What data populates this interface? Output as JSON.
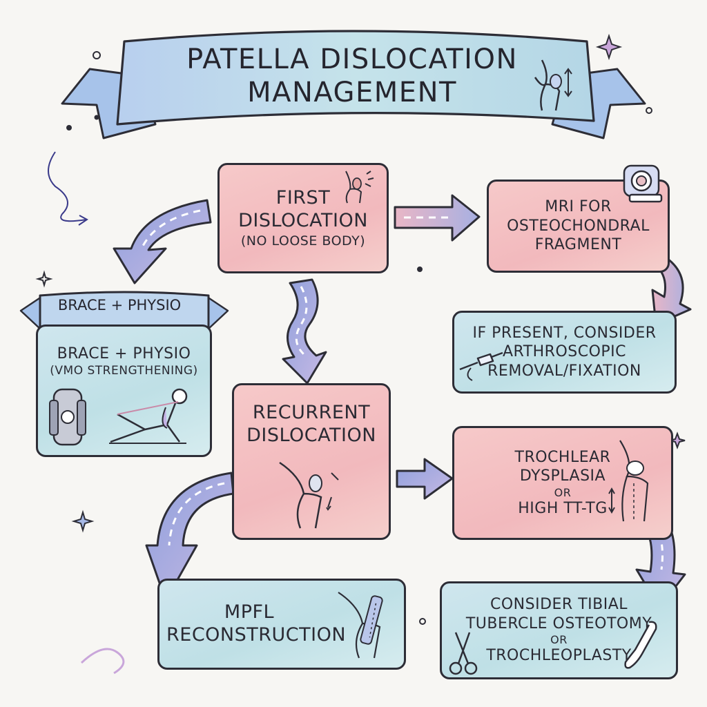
{
  "title": {
    "line1": "PATELLA DISLOCATION",
    "line2": "MANAGEMENT"
  },
  "nodes": {
    "first": {
      "line1": "FIRST",
      "line2": "DISLOCATION",
      "line3": "(NO LOOSE BODY)"
    },
    "mri": {
      "line1": "MRI FOR",
      "line2": "OSTEOCHONDRAL",
      "line3": "FRAGMENT"
    },
    "if_present": {
      "line1": "IF PRESENT, CONSIDER",
      "line2": "ARTHROSCOPIC",
      "line3": "REMOVAL/FIXATION"
    },
    "brace": {
      "ribbon": "BRACE + PHYSIO",
      "line1": "BRACE + PHYSIO",
      "line2": "(VMO STRENGTHENING)"
    },
    "recurrent": {
      "line1": "RECURRENT",
      "line2": "DISLOCATION"
    },
    "trochlear": {
      "line1": "TROCHLEAR",
      "line2": "DYSPLASIA",
      "line3": "OR",
      "line4": "HIGH TT-TG"
    },
    "mpfl": {
      "line1": "MPFL",
      "line2": "RECONSTRUCTION"
    },
    "tibial": {
      "line1": "CONSIDER TIBIAL",
      "line2": "TUBERCLE OSTEOTOMY",
      "line3": "OR",
      "line4": "TROCHLEOPLASTY"
    }
  },
  "colors": {
    "pink_box": "#f3bcbf",
    "blue_box": "#c3e1e7",
    "arrow_fill": "#a9b3e2",
    "outline": "#2d2d36",
    "banner": "#bcd8ea"
  },
  "icons": {
    "banner": "knee-joint-icon",
    "first": "knee-injury-icon",
    "mri": "mri-scanner-icon",
    "if_present": "arthroscope-icon",
    "brace": "knee-brace-icon",
    "physio": "exercise-figure-icon",
    "recurrent": "knee-dislocation-icon",
    "trochlear": "knee-xray-icon",
    "mpfl": "ligament-graft-icon",
    "tibial": "surgical-scissors-icon"
  }
}
